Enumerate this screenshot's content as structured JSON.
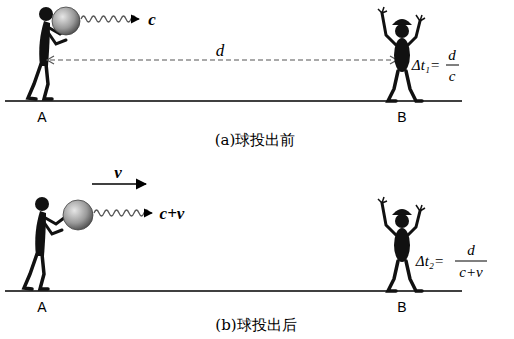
{
  "diagram": {
    "labels": [
      "c",
      "d",
      "A",
      "B",
      "Δt₁=",
      "d",
      "c",
      "(a)球投出前",
      "v",
      "c+v",
      "A",
      "B",
      "Δt₂=",
      "d",
      "c+v",
      "(b)球投出后"
    ]
  }
}
